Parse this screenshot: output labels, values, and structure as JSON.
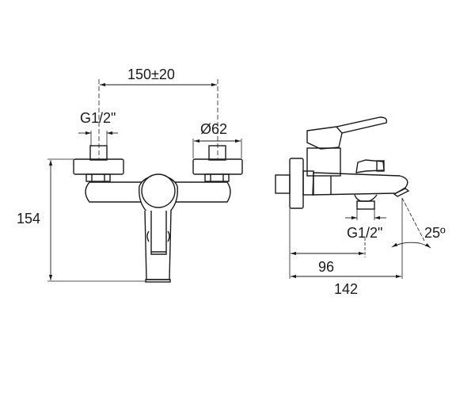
{
  "drawing": {
    "subject": "Wall-mounted bath/shower mixer technical drawing",
    "front_view": {
      "dimensions": {
        "centers": "150±20",
        "inlet_thread": "G1/2\"",
        "escutcheon_diameter": "Ø62",
        "height": "154"
      }
    },
    "side_view": {
      "dimensions": {
        "outlet_thread": "G1/2\"",
        "outlet_offset": "96",
        "projection": "142",
        "spout_angle": "25º"
      }
    },
    "colors": {
      "line": "#1a1a1a",
      "dim_line": "#333333",
      "background": "#ffffff"
    }
  }
}
